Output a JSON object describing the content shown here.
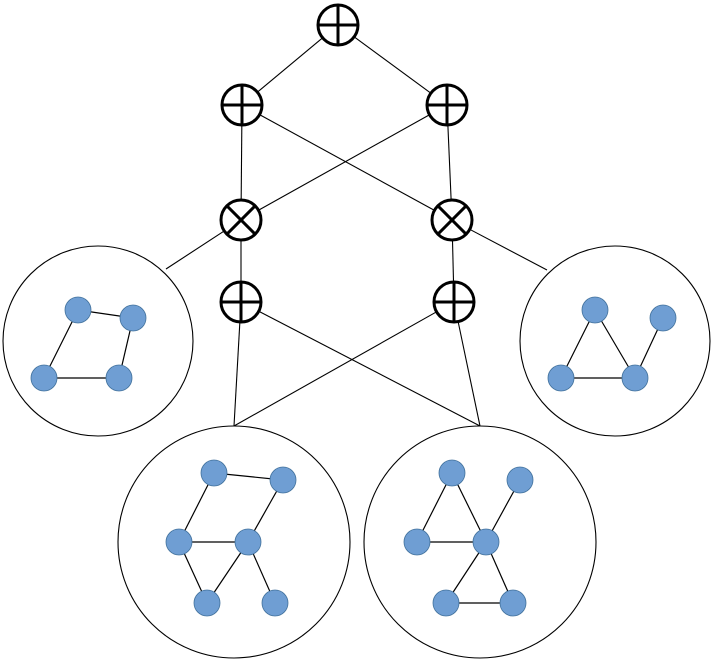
{
  "colors": {
    "node_fill": "#6f9ed3",
    "node_stroke": "#41719c",
    "line": "#000000",
    "background": "#ffffff"
  },
  "operators": [
    {
      "id": "sum-top",
      "kind": "plus"
    },
    {
      "id": "sum-mid-left",
      "kind": "plus"
    },
    {
      "id": "sum-mid-right",
      "kind": "plus"
    },
    {
      "id": "product-left",
      "kind": "times"
    },
    {
      "id": "product-right",
      "kind": "times"
    },
    {
      "id": "sum-low-left",
      "kind": "plus"
    },
    {
      "id": "sum-low-right",
      "kind": "plus"
    }
  ],
  "connections": [
    [
      "sum-top",
      "sum-mid-left"
    ],
    [
      "sum-top",
      "sum-mid-right"
    ],
    [
      "sum-mid-left",
      "product-left"
    ],
    [
      "sum-mid-left",
      "product-right"
    ],
    [
      "sum-mid-right",
      "product-left"
    ],
    [
      "sum-mid-right",
      "product-right"
    ],
    [
      "product-left",
      "sum-low-left"
    ],
    [
      "product-right",
      "sum-low-right"
    ],
    [
      "product-left",
      "graph-left"
    ],
    [
      "product-right",
      "graph-right"
    ],
    [
      "sum-low-left",
      "graph-bottom-left"
    ],
    [
      "sum-low-left",
      "graph-bottom-right"
    ],
    [
      "sum-low-right",
      "graph-bottom-left"
    ],
    [
      "sum-low-right",
      "graph-bottom-right"
    ]
  ],
  "graphs": [
    {
      "id": "graph-left",
      "nodes": 4,
      "edges": [
        [
          0,
          1
        ],
        [
          0,
          2
        ],
        [
          1,
          3
        ],
        [
          2,
          3
        ]
      ]
    },
    {
      "id": "graph-right",
      "nodes": 4,
      "edges": [
        [
          0,
          2
        ],
        [
          0,
          3
        ],
        [
          1,
          3
        ],
        [
          2,
          3
        ]
      ]
    },
    {
      "id": "graph-bottom-left",
      "nodes": 6,
      "edges": [
        [
          0,
          1
        ],
        [
          0,
          2
        ],
        [
          1,
          3
        ],
        [
          2,
          3
        ],
        [
          2,
          4
        ],
        [
          3,
          4
        ],
        [
          3,
          5
        ]
      ]
    },
    {
      "id": "graph-bottom-right",
      "nodes": 6,
      "edges": [
        [
          0,
          2
        ],
        [
          0,
          3
        ],
        [
          1,
          3
        ],
        [
          2,
          3
        ],
        [
          3,
          4
        ],
        [
          3,
          5
        ],
        [
          4,
          5
        ]
      ]
    }
  ]
}
